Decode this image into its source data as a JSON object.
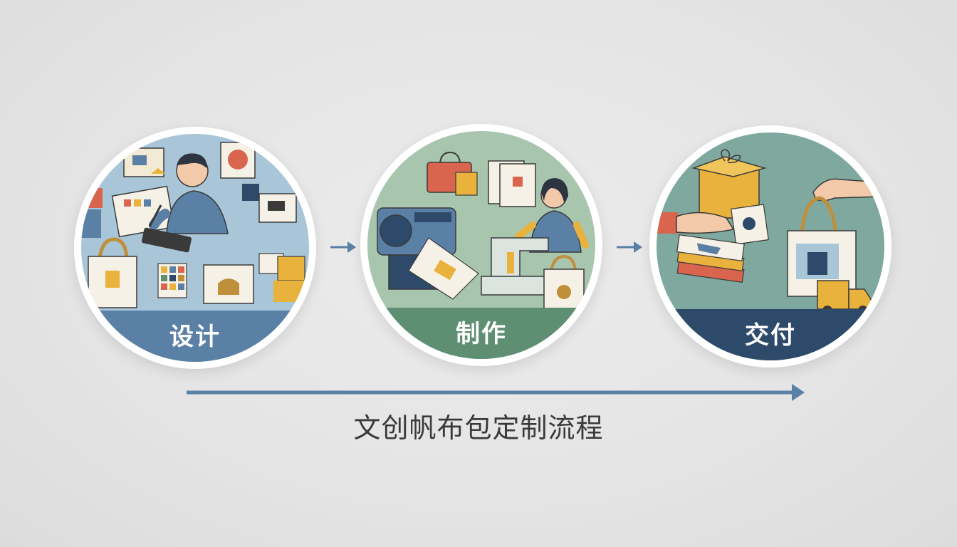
{
  "steps": [
    {
      "label": "设计"
    },
    {
      "label": "制作"
    },
    {
      "label": "交付"
    }
  ],
  "caption": "文创帆布包定制流程",
  "colors": {
    "background": "#e6e6e6",
    "design_bg": "#a9c6d8",
    "design_band": "#5a80a6",
    "production_bg": "#a8c5ae",
    "production_band": "#5f8f72",
    "delivery_bg": "#7fa89e",
    "delivery_band": "#2e4a6a",
    "arrow": "#5a80a6"
  },
  "icons": {
    "step_1": "designer-at-tablet-icon",
    "step_2": "printing-and-sewing-icon",
    "step_3": "package-handoff-delivery-icon",
    "connector": "arrow-right-icon"
  }
}
